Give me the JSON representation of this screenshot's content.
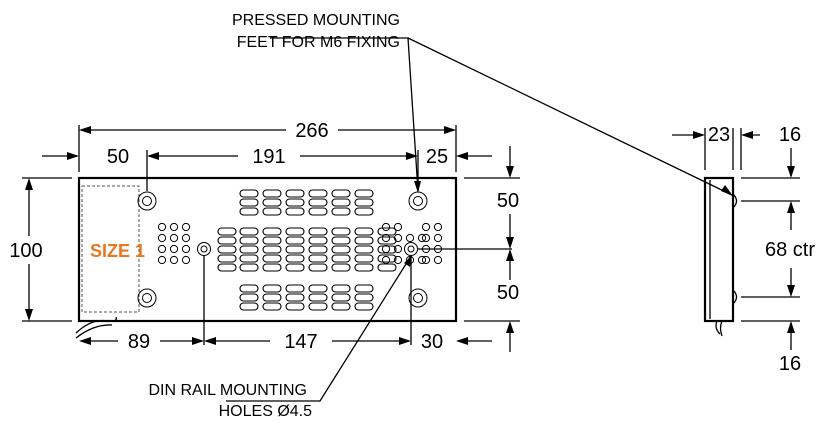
{
  "colors": {
    "accent": "#e87722",
    "line": "#000000"
  },
  "labels": {
    "feet_line1": "PRESSED MOUNTING",
    "feet_line2": "FEET FOR M6 FIXING",
    "din_line1": "DIN RAIL MOUNTING",
    "din_line2": "HOLES Ø4.5",
    "size": "SIZE 1"
  },
  "dimensions": {
    "overall_length": "266",
    "left_offset": "50",
    "feet_spacing": "191",
    "right_offset": "25",
    "height": "100",
    "top_half": "50",
    "bottom_half": "50",
    "din_left": "89",
    "din_spacing": "147",
    "din_right": "30",
    "side_depth": "23",
    "side_top_offset": "16",
    "side_bottom_offset": "16",
    "side_centres": "68 ctr"
  }
}
